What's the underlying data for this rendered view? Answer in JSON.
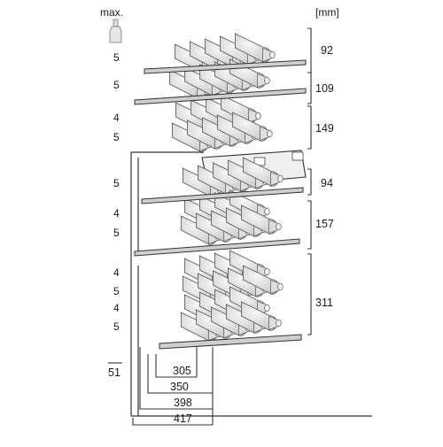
{
  "header": {
    "max_label": "max.",
    "unit_label": "[mm]"
  },
  "bottle_counts": [
    "5",
    "5",
    "4",
    "5",
    "5",
    "4",
    "5",
    "4",
    "5",
    "4",
    "5"
  ],
  "shelf_heights": [
    "92",
    "109",
    "149",
    "94",
    "157",
    "311"
  ],
  "bottom_left_value": "51",
  "depth_dimensions": [
    "305",
    "350",
    "398",
    "417"
  ],
  "colors": {
    "line": "#333333",
    "bottle_fill": "#e4e4e4",
    "bottle_stroke": "#555555",
    "shelf_fill": "#cfcfcf"
  }
}
